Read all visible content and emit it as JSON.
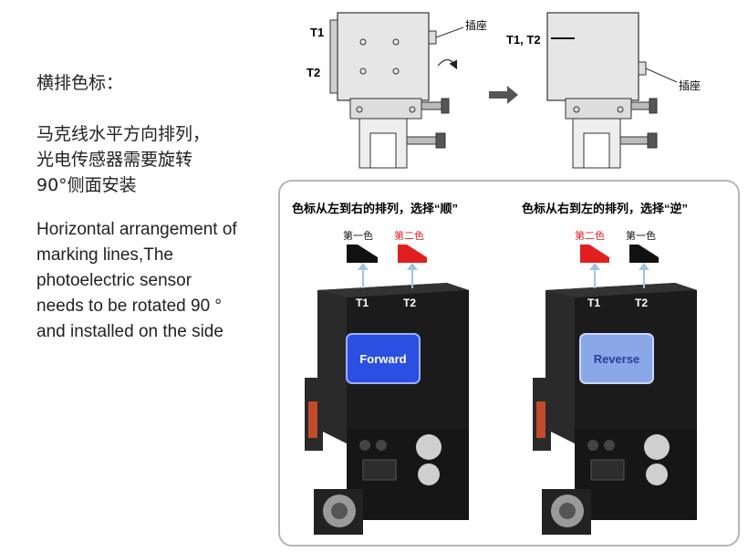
{
  "text": {
    "heading": "横排色标：",
    "desc_zh": [
      "马克线水平方向排列，",
      "光电传感器需要旋转",
      "90°侧面安装"
    ],
    "desc_en": [
      "Horizontal arrangement of",
      "marking lines,The",
      "photoelectric sensor",
      "needs to be rotated 90 °",
      "and installed on the side"
    ]
  },
  "diagram": {
    "left_t1": "T1",
    "left_t2": "T2",
    "left_socket": "插座",
    "right_t1t2": "T1, T2",
    "right_socket": "插座"
  },
  "panels": [
    {
      "title": "色标从左到右的排列，选择“顺”",
      "mark1_label": "第一色",
      "mark2_label": "第二色",
      "t1": "T1",
      "t2": "T2",
      "display": "Forward",
      "mark1_color": "#111111",
      "mark2_color": "#e02020"
    },
    {
      "title": "色标从右到左的排列，选择“逆”",
      "mark1_label": "第二色",
      "mark2_label": "第一色",
      "t1": "T1",
      "t2": "T2",
      "display": "Reverse",
      "mark1_color": "#e02020",
      "mark2_color": "#111111"
    }
  ],
  "colors": {
    "label_red": "#e02020",
    "screen_forward": "#2b4fe0",
    "screen_reverse": "#8aa7e8",
    "sensor_body": "#1b1b1b"
  }
}
